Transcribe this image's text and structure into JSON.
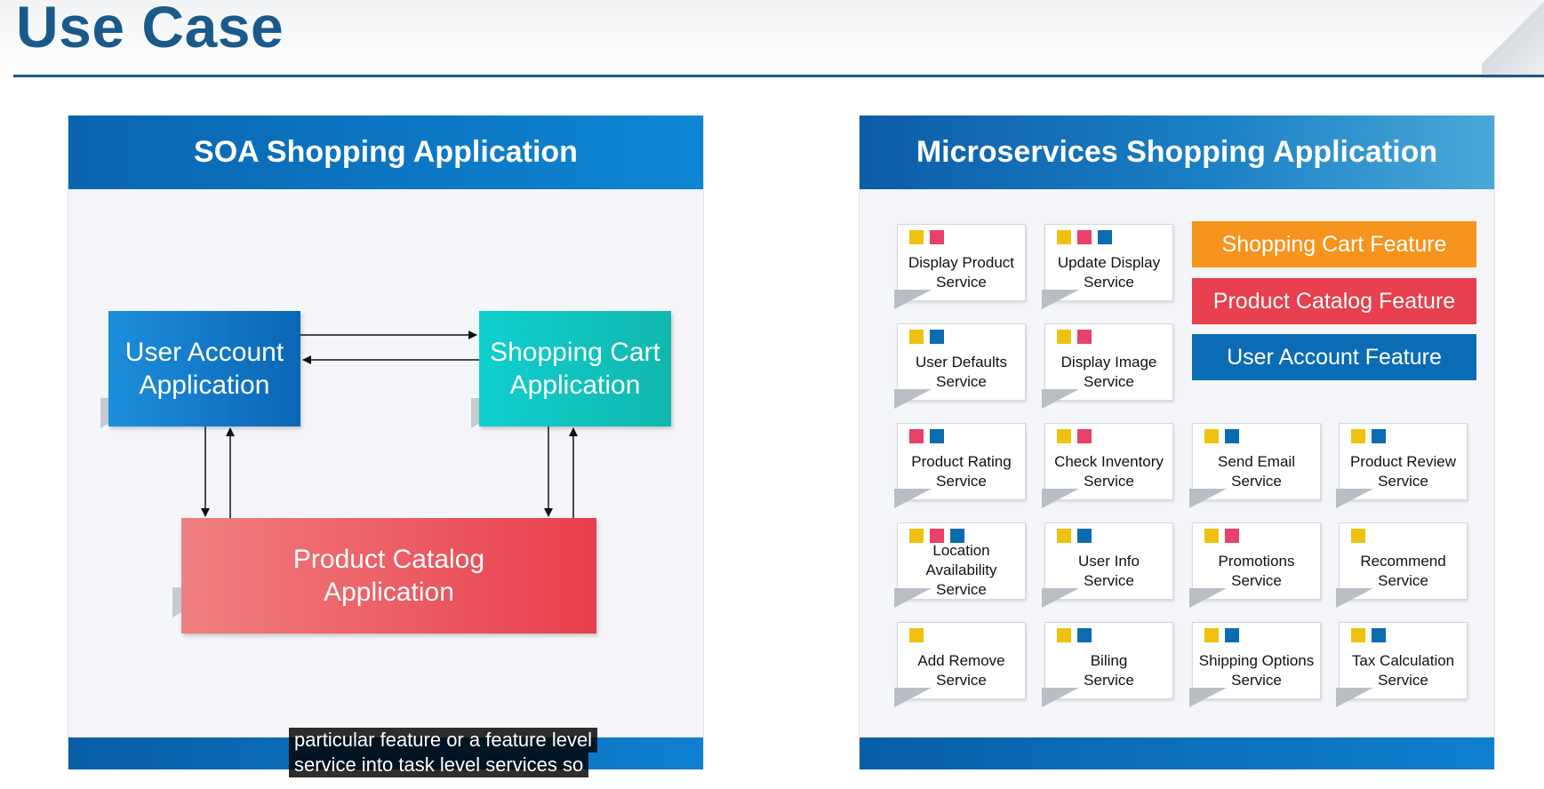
{
  "page": {
    "title": "Use Case"
  },
  "soa": {
    "title": "SOA Shopping Application",
    "user_account": "User Account\nApplication",
    "shopping_cart": "Shopping Cart\nApplication",
    "product_catalog": "Product Catalog\nApplication"
  },
  "microservices": {
    "title": "Microservices Shopping Application",
    "features": [
      {
        "label": "Shopping Cart Feature",
        "color": "#f7941e"
      },
      {
        "label": "Product Catalog Feature",
        "color": "#e8404e"
      },
      {
        "label": "User Account Feature",
        "color": "#0b6cb5"
      }
    ],
    "services": [
      {
        "label": "Display Product\nService",
        "tags": [
          "yellow",
          "pink"
        ]
      },
      {
        "label": "Update Display\nService",
        "tags": [
          "yellow",
          "pink",
          "blue"
        ]
      },
      {
        "label": "User Defaults\nService",
        "tags": [
          "yellow",
          "blue"
        ]
      },
      {
        "label": "Display Image\nService",
        "tags": [
          "yellow",
          "pink"
        ]
      },
      {
        "label": "Product Rating\nService",
        "tags": [
          "pink",
          "blue"
        ]
      },
      {
        "label": "Check Inventory\nService",
        "tags": [
          "yellow",
          "pink"
        ]
      },
      {
        "label": "Send Email\nService",
        "tags": [
          "yellow",
          "blue"
        ]
      },
      {
        "label": "Product Review\nService",
        "tags": [
          "yellow",
          "blue"
        ]
      },
      {
        "label": "Location\nAvailability\nService",
        "tags": [
          "yellow",
          "pink",
          "blue"
        ]
      },
      {
        "label": "User Info\nService",
        "tags": [
          "yellow",
          "blue"
        ]
      },
      {
        "label": "Promotions\nService",
        "tags": [
          "yellow",
          "pink"
        ]
      },
      {
        "label": "Recommend\nService",
        "tags": [
          "yellow"
        ]
      },
      {
        "label": "Add Remove\nService",
        "tags": [
          "yellow"
        ]
      },
      {
        "label": "Biling\nService",
        "tags": [
          "yellow",
          "blue"
        ]
      },
      {
        "label": "Shipping Options\nService",
        "tags": [
          "yellow",
          "blue"
        ]
      },
      {
        "label": "Tax Calculation\nService",
        "tags": [
          "yellow",
          "blue"
        ]
      }
    ],
    "tag_colors": {
      "yellow": "#eec20f",
      "pink": "#e8406a",
      "blue": "#0b6cb0"
    }
  },
  "subtitle": {
    "line1": "particular feature or a feature level",
    "line2": "service into task level services so"
  }
}
